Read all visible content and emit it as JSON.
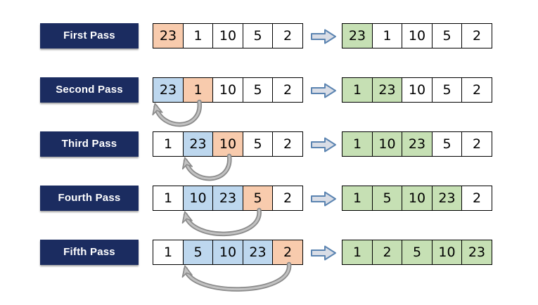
{
  "diagram": {
    "step_arrow_icon": "right-block-arrow",
    "swap_arrow_icon": "curved-swap-arrow",
    "colors": {
      "label_bg": "#1B2C60",
      "label_text": "#FFFFFF",
      "cell_current_orange": "#F8CBAD",
      "cell_shifted_blue": "#BDD7EE",
      "cell_sorted_green": "#C6E0B4",
      "cell_plain_white": "#FFFFFF",
      "cell_border": "#000000",
      "step_arrow_fill": "#D9DDE6",
      "step_arrow_stroke": "#5B84B1",
      "swap_arrow_dark": "#8A8A8A",
      "swap_arrow_light": "#C2C2C2"
    },
    "rows": [
      {
        "label": "First Pass",
        "before": [
          {
            "value": "23",
            "state": "current"
          },
          {
            "value": "1",
            "state": "plain"
          },
          {
            "value": "10",
            "state": "plain"
          },
          {
            "value": "5",
            "state": "plain"
          },
          {
            "value": "2",
            "state": "plain"
          }
        ],
        "after": [
          {
            "value": "23",
            "state": "sorted"
          },
          {
            "value": "1",
            "state": "plain"
          },
          {
            "value": "10",
            "state": "plain"
          },
          {
            "value": "5",
            "state": "plain"
          },
          {
            "value": "2",
            "state": "plain"
          }
        ],
        "swap_arrow": null
      },
      {
        "label": "Second Pass",
        "before": [
          {
            "value": "23",
            "state": "shifted"
          },
          {
            "value": "1",
            "state": "current"
          },
          {
            "value": "10",
            "state": "plain"
          },
          {
            "value": "5",
            "state": "plain"
          },
          {
            "value": "2",
            "state": "plain"
          }
        ],
        "after": [
          {
            "value": "1",
            "state": "sorted"
          },
          {
            "value": "23",
            "state": "sorted"
          },
          {
            "value": "10",
            "state": "plain"
          },
          {
            "value": "5",
            "state": "plain"
          },
          {
            "value": "2",
            "state": "plain"
          }
        ],
        "swap_arrow": {
          "from_index": 1,
          "to_index": 0
        }
      },
      {
        "label": "Third Pass",
        "before": [
          {
            "value": "1",
            "state": "plain"
          },
          {
            "value": "23",
            "state": "shifted"
          },
          {
            "value": "10",
            "state": "current"
          },
          {
            "value": "5",
            "state": "plain"
          },
          {
            "value": "2",
            "state": "plain"
          }
        ],
        "after": [
          {
            "value": "1",
            "state": "sorted"
          },
          {
            "value": "10",
            "state": "sorted"
          },
          {
            "value": "23",
            "state": "sorted"
          },
          {
            "value": "5",
            "state": "plain"
          },
          {
            "value": "2",
            "state": "plain"
          }
        ],
        "swap_arrow": {
          "from_index": 2,
          "to_index": 1
        }
      },
      {
        "label": "Fourth Pass",
        "before": [
          {
            "value": "1",
            "state": "plain"
          },
          {
            "value": "10",
            "state": "shifted"
          },
          {
            "value": "23",
            "state": "shifted"
          },
          {
            "value": "5",
            "state": "current"
          },
          {
            "value": "2",
            "state": "plain"
          }
        ],
        "after": [
          {
            "value": "1",
            "state": "sorted"
          },
          {
            "value": "5",
            "state": "sorted"
          },
          {
            "value": "10",
            "state": "sorted"
          },
          {
            "value": "23",
            "state": "sorted"
          },
          {
            "value": "2",
            "state": "plain"
          }
        ],
        "swap_arrow": {
          "from_index": 3,
          "to_index": 1
        }
      },
      {
        "label": "Fifth Pass",
        "before": [
          {
            "value": "1",
            "state": "plain"
          },
          {
            "value": "5",
            "state": "shifted"
          },
          {
            "value": "10",
            "state": "shifted"
          },
          {
            "value": "23",
            "state": "shifted"
          },
          {
            "value": "2",
            "state": "current"
          }
        ],
        "after": [
          {
            "value": "1",
            "state": "sorted"
          },
          {
            "value": "2",
            "state": "sorted"
          },
          {
            "value": "5",
            "state": "sorted"
          },
          {
            "value": "10",
            "state": "sorted"
          },
          {
            "value": "23",
            "state": "sorted"
          }
        ],
        "swap_arrow": {
          "from_index": 4,
          "to_index": 1
        }
      }
    ]
  }
}
